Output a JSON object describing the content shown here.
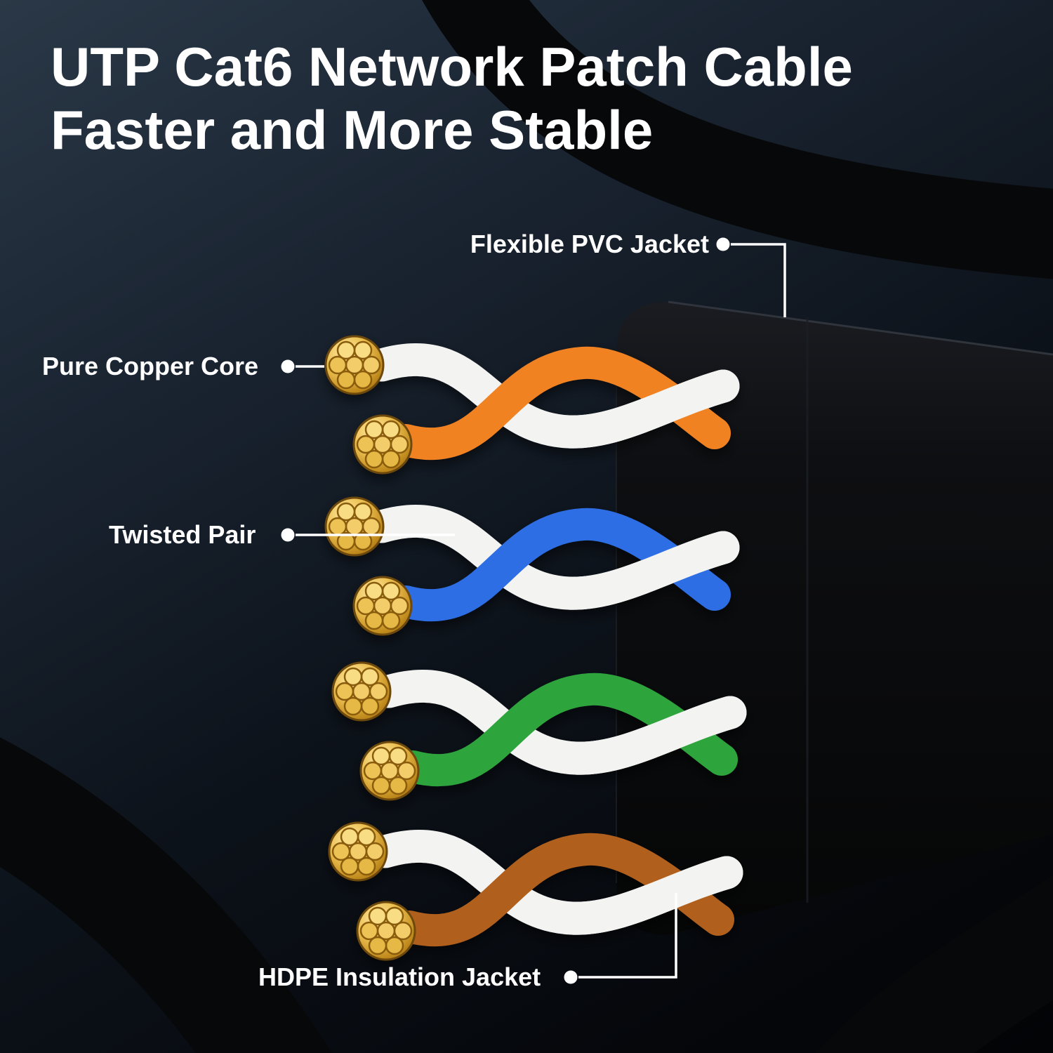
{
  "title": {
    "line1": "UTP Cat6 Network Patch Cable",
    "line2": "Faster and More Stable"
  },
  "callouts": {
    "flexible_pvc_jacket": "Flexible PVC Jacket",
    "pure_copper_core": "Pure Copper Core",
    "twisted_pair": "Twisted Pair",
    "hdpe_insulation_jacket": "HDPE Insulation Jacket"
  },
  "colors": {
    "background_top": "#2a3847",
    "background_bottom": "#04050a",
    "text": "#ffffff",
    "callout_line": "#ffffff",
    "jacket_black": "#0b0d10",
    "background_cable_black": "#070809",
    "white_wire": "#f3f3f1",
    "copper_gold": "#e0ab35"
  },
  "pairs": [
    {
      "name": "orange-white twisted pair",
      "color": "#f08223"
    },
    {
      "name": "blue-white twisted pair",
      "color": "#2e6ee4"
    },
    {
      "name": "green-white twisted pair",
      "color": "#2fa43c"
    },
    {
      "name": "brown-white twisted pair",
      "color": "#b0611c"
    }
  ]
}
